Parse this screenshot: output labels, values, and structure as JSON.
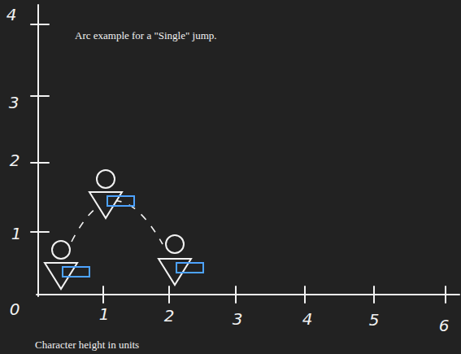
{
  "diagram": {
    "title": "Arc example for a \"Single\" jump.",
    "caption": "Character height in units",
    "labels": [
      "4",
      "3",
      "2",
      "1",
      "0",
      "1",
      "2",
      "3",
      "4",
      "5",
      "6"
    ]
  }
}
